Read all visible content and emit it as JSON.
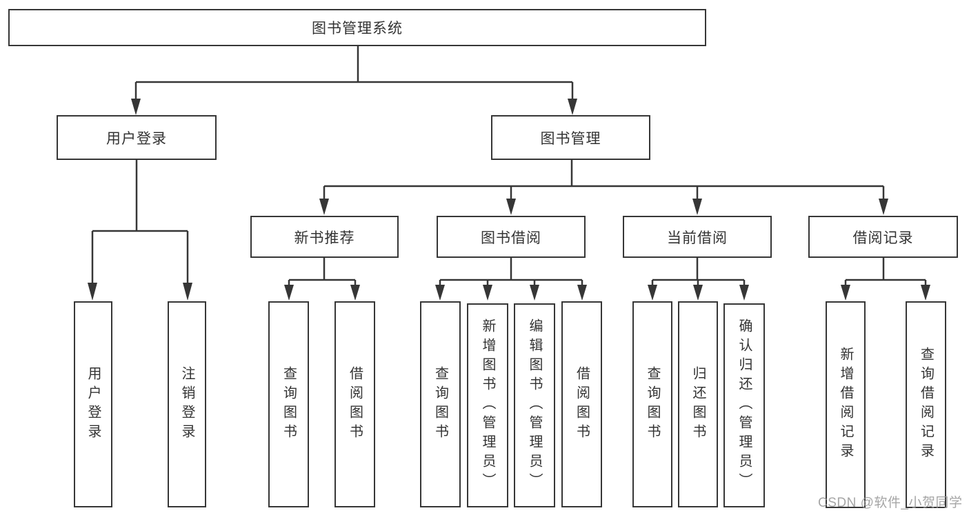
{
  "diagram": {
    "root": {
      "label": "图书管理系统",
      "children": [
        {
          "label": "用户登录",
          "children": [
            {
              "label": "用户登录"
            },
            {
              "label": "注销登录"
            }
          ]
        },
        {
          "label": "图书管理",
          "children": [
            {
              "label": "新书推荐",
              "children": [
                {
                  "label": "查询图书"
                },
                {
                  "label": "借阅图书"
                }
              ]
            },
            {
              "label": "图书借阅",
              "children": [
                {
                  "label": "查询图书"
                },
                {
                  "label": "新增图书（管理员）"
                },
                {
                  "label": "编辑图书（管理员）"
                },
                {
                  "label": "借阅图书"
                }
              ]
            },
            {
              "label": "当前借阅",
              "children": [
                {
                  "label": "查询图书"
                },
                {
                  "label": "归还图书"
                },
                {
                  "label": "确认归还（管理员）"
                }
              ]
            },
            {
              "label": "借阅记录",
              "children": [
                {
                  "label": "新增借阅记录"
                },
                {
                  "label": "查询借阅记录"
                }
              ]
            }
          ]
        }
      ]
    },
    "line_color": "#363636",
    "text_color": "#333333",
    "background_color": "#ffffff"
  },
  "watermark": {
    "text": "CSDN @软件_小贺同学"
  }
}
